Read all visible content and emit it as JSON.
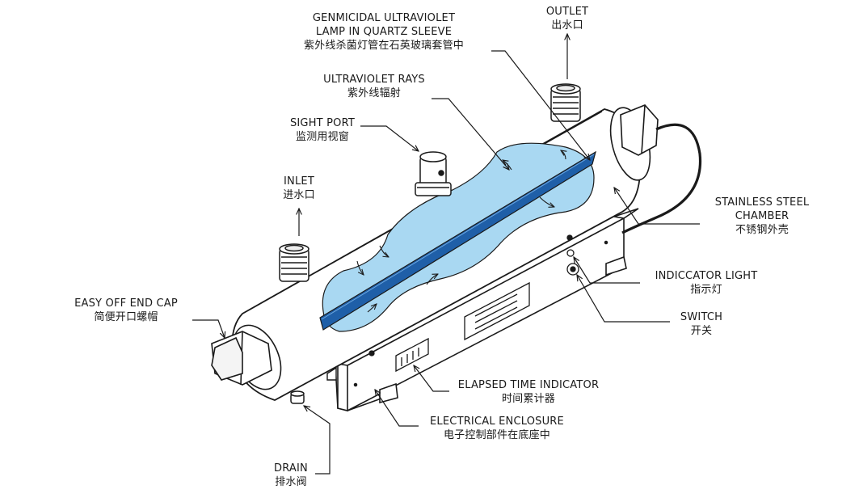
{
  "labels": {
    "outlet": {
      "en": "OUTLET",
      "zh": "出水口"
    },
    "lamp": {
      "en1": "GENMICIDAL ULTRAVIOLET",
      "en2": "LAMP IN QUARTZ SLEEVE",
      "zh": "紫外线杀菌灯管在石英玻璃套管中"
    },
    "rays": {
      "en": "ULTRAVIOLET RAYS",
      "zh": "紫外线辐射"
    },
    "sight": {
      "en": "SIGHT PORT",
      "zh": "监测用视窗"
    },
    "inlet": {
      "en": "INLET",
      "zh": "进水口"
    },
    "endcap": {
      "en": "EASY OFF END CAP",
      "zh": "简便开口螺帽"
    },
    "chamber": {
      "en1": "STAINLESS STEEL",
      "en2": "CHAMBER",
      "zh": "不锈钢外壳"
    },
    "indicator": {
      "en": "INDICCATOR LIGHT",
      "zh": "指示灯"
    },
    "switch": {
      "en": "SWITCH",
      "zh": "开关"
    },
    "elapsed": {
      "en": "ELAPSED TIME INDICATOR",
      "zh": "时间累计器"
    },
    "enclosure": {
      "en": "ELECTRICAL ENCLOSURE",
      "zh": "电子控制部件在底座中"
    },
    "drain": {
      "en": "DRAIN",
      "zh": "排水阀"
    }
  },
  "colors": {
    "water": "#a9d8f2",
    "lamp": "#1f5fa8",
    "line": "#1a1a1a",
    "metal": "#ffffff"
  }
}
